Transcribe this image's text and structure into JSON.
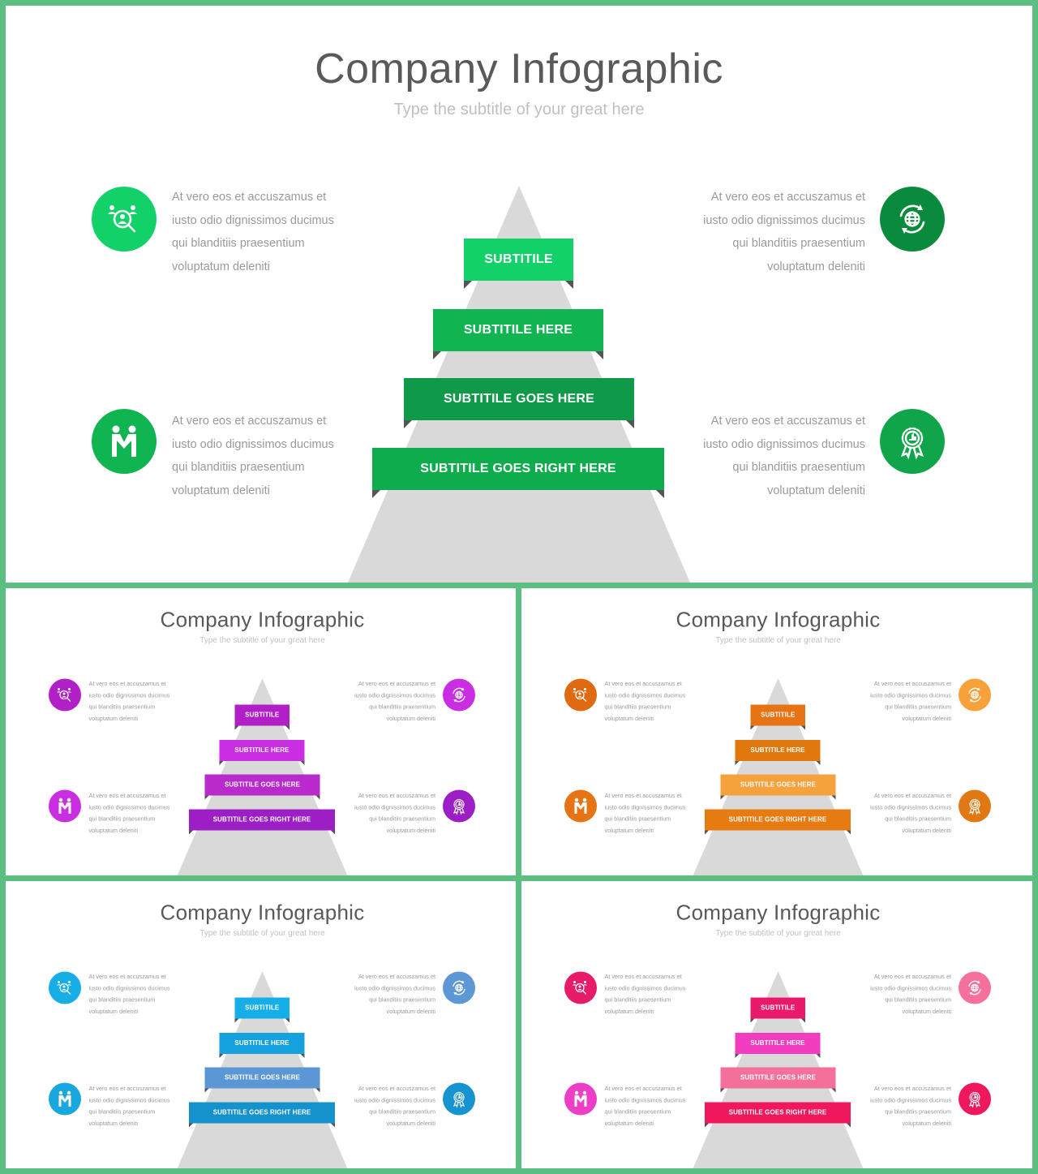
{
  "slide": {
    "title": "Company Infographic",
    "subtitle": "Type the subtitle of your great here",
    "bands": [
      "SUBTITILE",
      "SUBTITILE HERE",
      "SUBTITILE GOES HERE",
      "SUBTITILE GOES RIGHT HERE"
    ],
    "text_lines": [
      "At vero eos et accuszamus et",
      "iusto odio dignissimos ducimus",
      "qui blanditiis praesentium",
      "voluptatum  deleniti"
    ],
    "icons": [
      "team-search-icon",
      "globe-cycle-icon",
      "partners-icon",
      "award-badge-icon"
    ]
  },
  "color_schemes": [
    {
      "name": "green",
      "bands": [
        "#12d168",
        "#10b451",
        "#0e9a48",
        "#0fac4d"
      ],
      "icons": [
        "#12d168",
        "#0a8a3c",
        "#10b451",
        "#10a54b"
      ],
      "pyramid": "#d9d9d9"
    },
    {
      "name": "purple",
      "bands": [
        "#b11fc7",
        "#c92ee3",
        "#b82acb",
        "#9b1fc4"
      ],
      "icons": [
        "#b11fc7",
        "#c92ee3",
        "#c92ee3",
        "#9b1fc4"
      ],
      "pyramid": "#d9d9d9"
    },
    {
      "name": "orange",
      "bands": [
        "#e67314",
        "#e0780e",
        "#f5a13d",
        "#e67b12"
      ],
      "icons": [
        "#e06a12",
        "#f7a13a",
        "#e67314",
        "#e07914"
      ],
      "pyramid": "#d9d9d9"
    },
    {
      "name": "blue",
      "bands": [
        "#15aee8",
        "#15a0de",
        "#5b97d4",
        "#1591cc"
      ],
      "icons": [
        "#17aee6",
        "#5d97d4",
        "#1aa7e0",
        "#1594cf"
      ],
      "pyramid": "#d9d9d9"
    },
    {
      "name": "pink",
      "bands": [
        "#ea1a6a",
        "#f33dc1",
        "#f4709b",
        "#f0185c"
      ],
      "icons": [
        "#e81a6a",
        "#f5709c",
        "#ee3dc6",
        "#f0185c"
      ],
      "pyramid": "#d9d9d9"
    }
  ]
}
